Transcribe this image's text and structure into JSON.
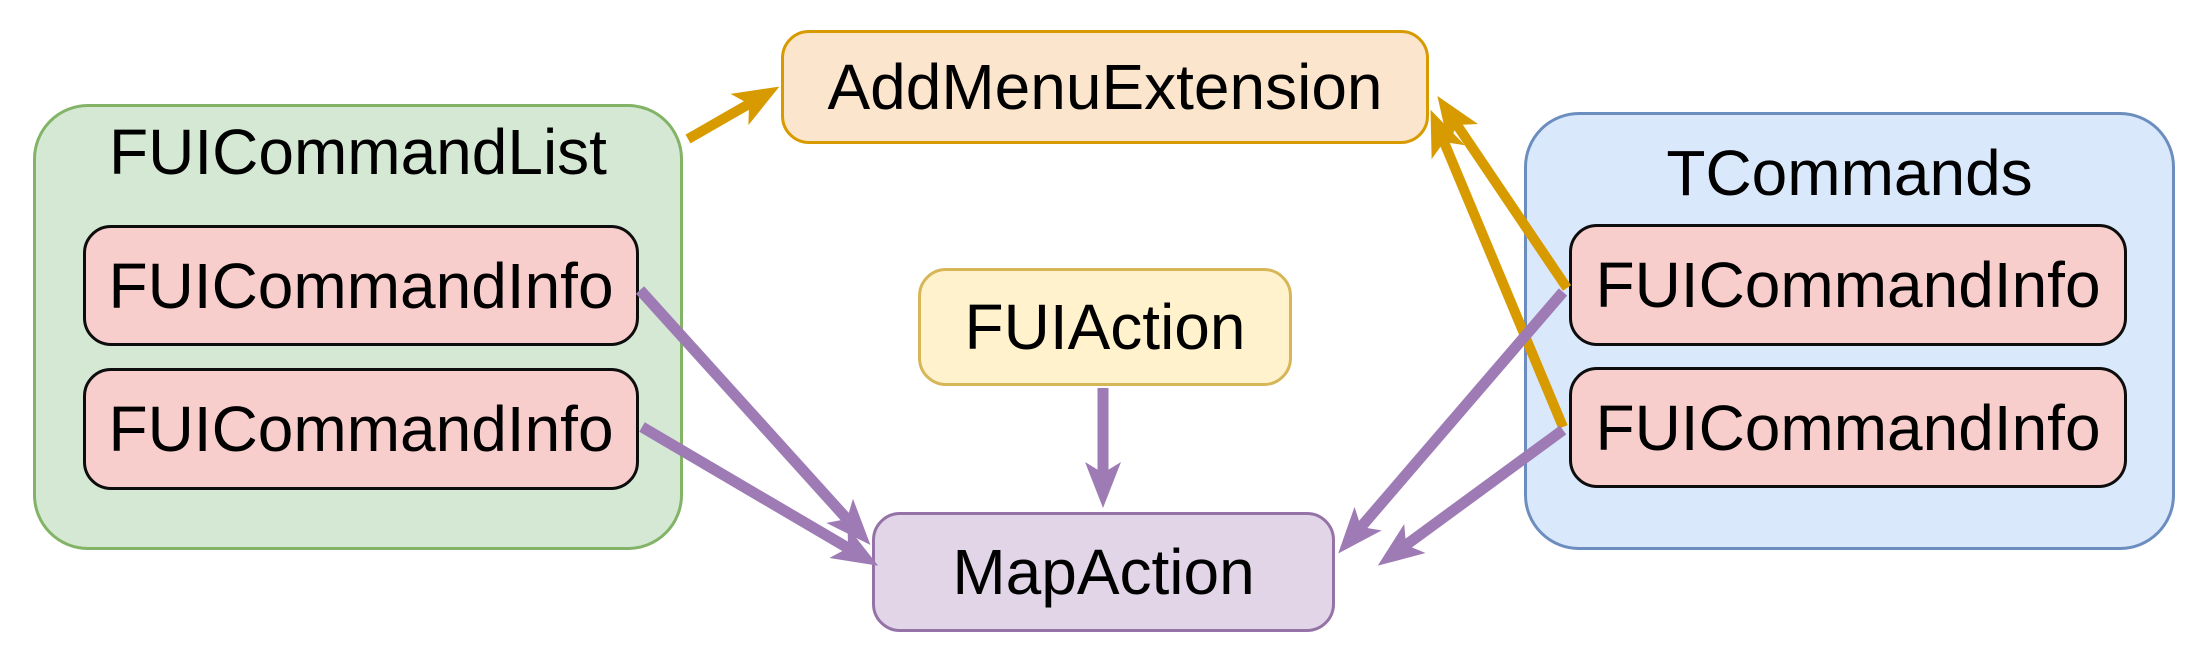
{
  "colors": {
    "canvas_bg": "#ffffff",
    "text": "#000000",
    "green_fill": "#d5e8d4",
    "green_stroke": "#82b366",
    "pink_fill": "#f8cecc",
    "pink_stroke": "#0d0d0d",
    "blue_fill": "#dae8fc",
    "blue_stroke": "#6c8ebf",
    "peach_fill": "#fce5cd",
    "peach_stroke": "#d79b00",
    "yellow_fill": "#fff2cc",
    "yellow_stroke": "#d6b656",
    "lavender_fill": "#e1d5e7",
    "lavender_stroke": "#9673a6",
    "arrow_gold": "#d79b00",
    "arrow_purple": "#9e7bb5"
  },
  "nodes": {
    "command_list": {
      "label": "FUICommandList"
    },
    "list_info_1": {
      "label": "FUICommandInfo"
    },
    "list_info_2": {
      "label": "FUICommandInfo"
    },
    "add_menu_extension": {
      "label": "AddMenuExtension"
    },
    "fui_action": {
      "label": "FUIAction"
    },
    "map_action": {
      "label": "MapAction"
    },
    "tcommands": {
      "label": "TCommands"
    },
    "tcommands_info_1": {
      "label": "FUICommandInfo"
    },
    "tcommands_info_2": {
      "label": "FUICommandInfo"
    }
  },
  "edges": [
    {
      "from": "command_list",
      "to": "add_menu_extension",
      "color": "gold"
    },
    {
      "from": "tcommands_info_1",
      "to": "add_menu_extension",
      "color": "gold"
    },
    {
      "from": "tcommands_info_2",
      "to": "add_menu_extension",
      "color": "gold"
    },
    {
      "from": "list_info_1",
      "to": "map_action",
      "color": "purple"
    },
    {
      "from": "list_info_2",
      "to": "map_action",
      "color": "purple"
    },
    {
      "from": "fui_action",
      "to": "map_action",
      "color": "purple"
    },
    {
      "from": "tcommands_info_1",
      "to": "map_action",
      "color": "purple"
    },
    {
      "from": "tcommands_info_2",
      "to": "map_action",
      "color": "purple"
    }
  ]
}
